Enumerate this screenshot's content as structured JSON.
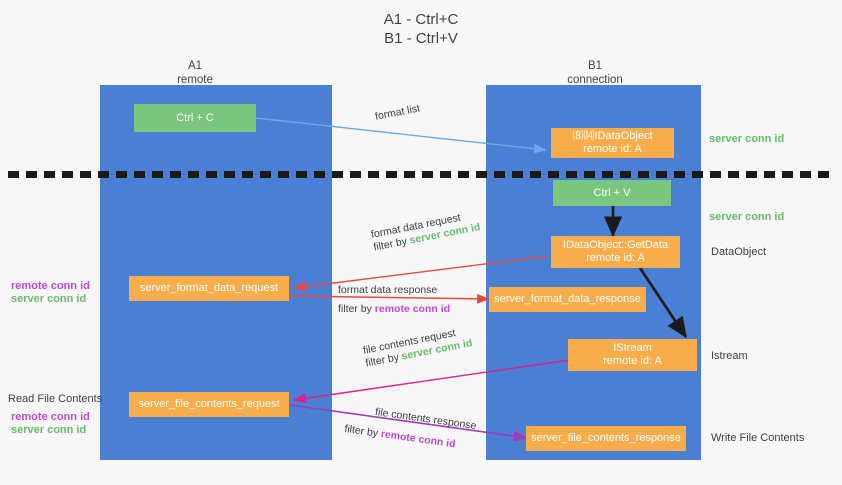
{
  "title": "A1 - Ctrl+C\nB1 - Ctrl+V",
  "colors": {
    "lane": "#4a7fd4",
    "green_node": "#7bc67e",
    "orange_node": "#f9ad4a",
    "server_conn_id": "#67bb6a",
    "remote_conn_id": "#c04ad0",
    "blue_arrow": "#6aa9e9",
    "red_arrow": "#e8483c",
    "black_arrow": "#1a1a1a",
    "magenta_arrow": "#e0218a",
    "purple_arrow": "#a03bc0",
    "background": "#f7f7f7"
  },
  "columns": {
    "a": {
      "name": "A1",
      "sub": "remote"
    },
    "b": {
      "name": "B1",
      "sub": "connection"
    }
  },
  "nodes": {
    "ctrl_c": {
      "line1": "Ctrl + C",
      "type": "green"
    },
    "idataobject_create": {
      "line1": "⑻⒁IDataObject",
      "line2": "remote id: A",
      "type": "orange"
    },
    "ctrl_v": {
      "line1": "Ctrl + V",
      "type": "green"
    },
    "idataobject_getdata": {
      "line1": "IDataObject::GetData",
      "line2": "remote id: A",
      "type": "orange"
    },
    "format_data_request": {
      "line1": "server_format_data_request",
      "type": "orange"
    },
    "format_data_response": {
      "line1": "server_format_data_response",
      "type": "orange"
    },
    "istream": {
      "line1": "IStream",
      "line2": "remote id: A",
      "type": "orange"
    },
    "file_contents_request": {
      "line1": "server_file_contents_request",
      "type": "orange"
    },
    "file_contents_response": {
      "line1": "server_file_contents_response",
      "type": "orange"
    }
  },
  "edges": {
    "format_list": {
      "label": "format list"
    },
    "format_data_request": {
      "line1": "format data request",
      "filter_prefix": "filter by ",
      "filter_value": "server conn id"
    },
    "format_data_response": {
      "line1": "format data response",
      "filter_prefix": "filter by ",
      "filter_value": "remote conn id"
    },
    "file_contents_request": {
      "line1": "file contents request",
      "filter_prefix": "filter by ",
      "filter_value": "server conn id"
    },
    "file_contents_response": {
      "line1": "file contents response",
      "filter_prefix": "filter by ",
      "filter_value": "remote conn id"
    }
  },
  "left_labels": {
    "format_remote": "remote conn id",
    "format_server": "server conn id",
    "read_file_contents": "Read File Contents",
    "file_remote": "remote conn id",
    "file_server": "server conn id"
  },
  "right_labels": {
    "server_conn_id_top": "server conn id",
    "server_conn_id_mid": "server conn id",
    "dataobject": "DataObject",
    "istream": "Istream",
    "write_file_contents": "Write File Contents"
  }
}
